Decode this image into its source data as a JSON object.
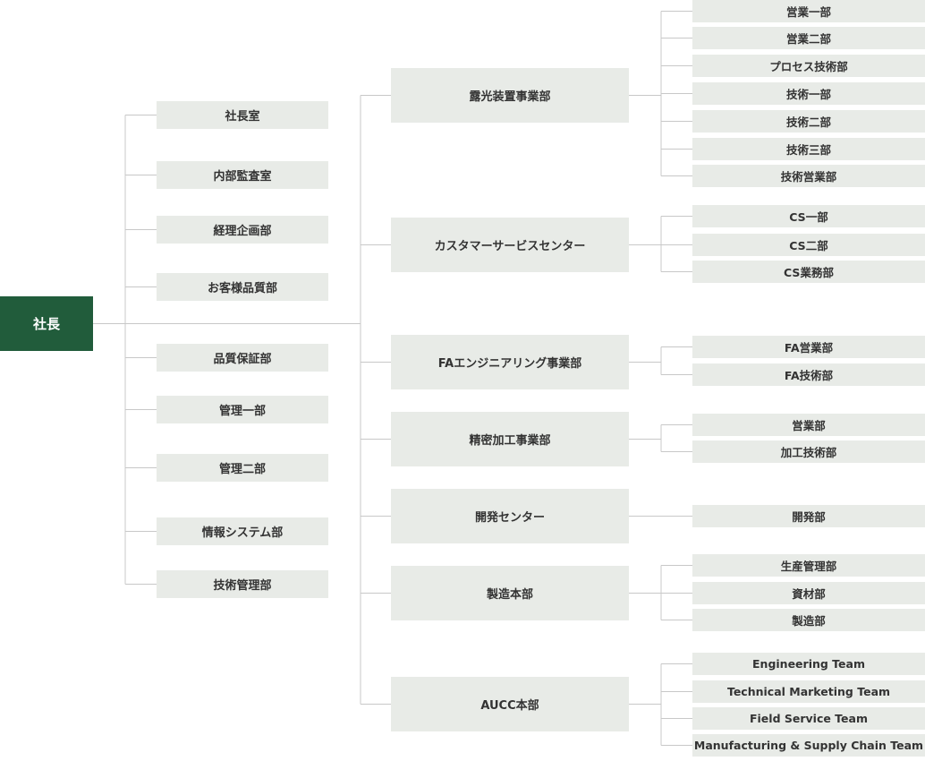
{
  "root": "社長",
  "staff": [
    "社長室",
    "内部監査室",
    "経理企画部",
    "お客様品質部",
    "品質保証部",
    "管理一部",
    "管理二部",
    "情報システム部",
    "技術管理部"
  ],
  "divisions": [
    {
      "name": "露光装置事業部",
      "departments": [
        "営業一部",
        "営業二部",
        "プロセス技術部",
        "技術一部",
        "技術二部",
        "技術三部",
        "技術営業部"
      ]
    },
    {
      "name": "カスタマーサービスセンター",
      "departments": [
        "CS一部",
        "CS二部",
        "CS業務部"
      ]
    },
    {
      "name": "FAエンジニアリング事業部",
      "departments": [
        "FA営業部",
        "FA技術部"
      ]
    },
    {
      "name": "精密加工事業部",
      "departments": [
        "営業部",
        "加工技術部"
      ]
    },
    {
      "name": "開発センター",
      "departments": [
        "開発部"
      ]
    },
    {
      "name": "製造本部",
      "departments": [
        "生産管理部",
        "資材部",
        "製造部"
      ]
    },
    {
      "name": "AUCC本部",
      "departments": [
        "Engineering Team",
        "Technical Marketing Team",
        "Field Service Team",
        "Manufacturing & Supply Chain Team"
      ]
    }
  ],
  "colors": {
    "root_fill": "#215c3b",
    "box_fill": "#e8ebe7",
    "line": "#c8c8c8",
    "text": "#333333"
  }
}
